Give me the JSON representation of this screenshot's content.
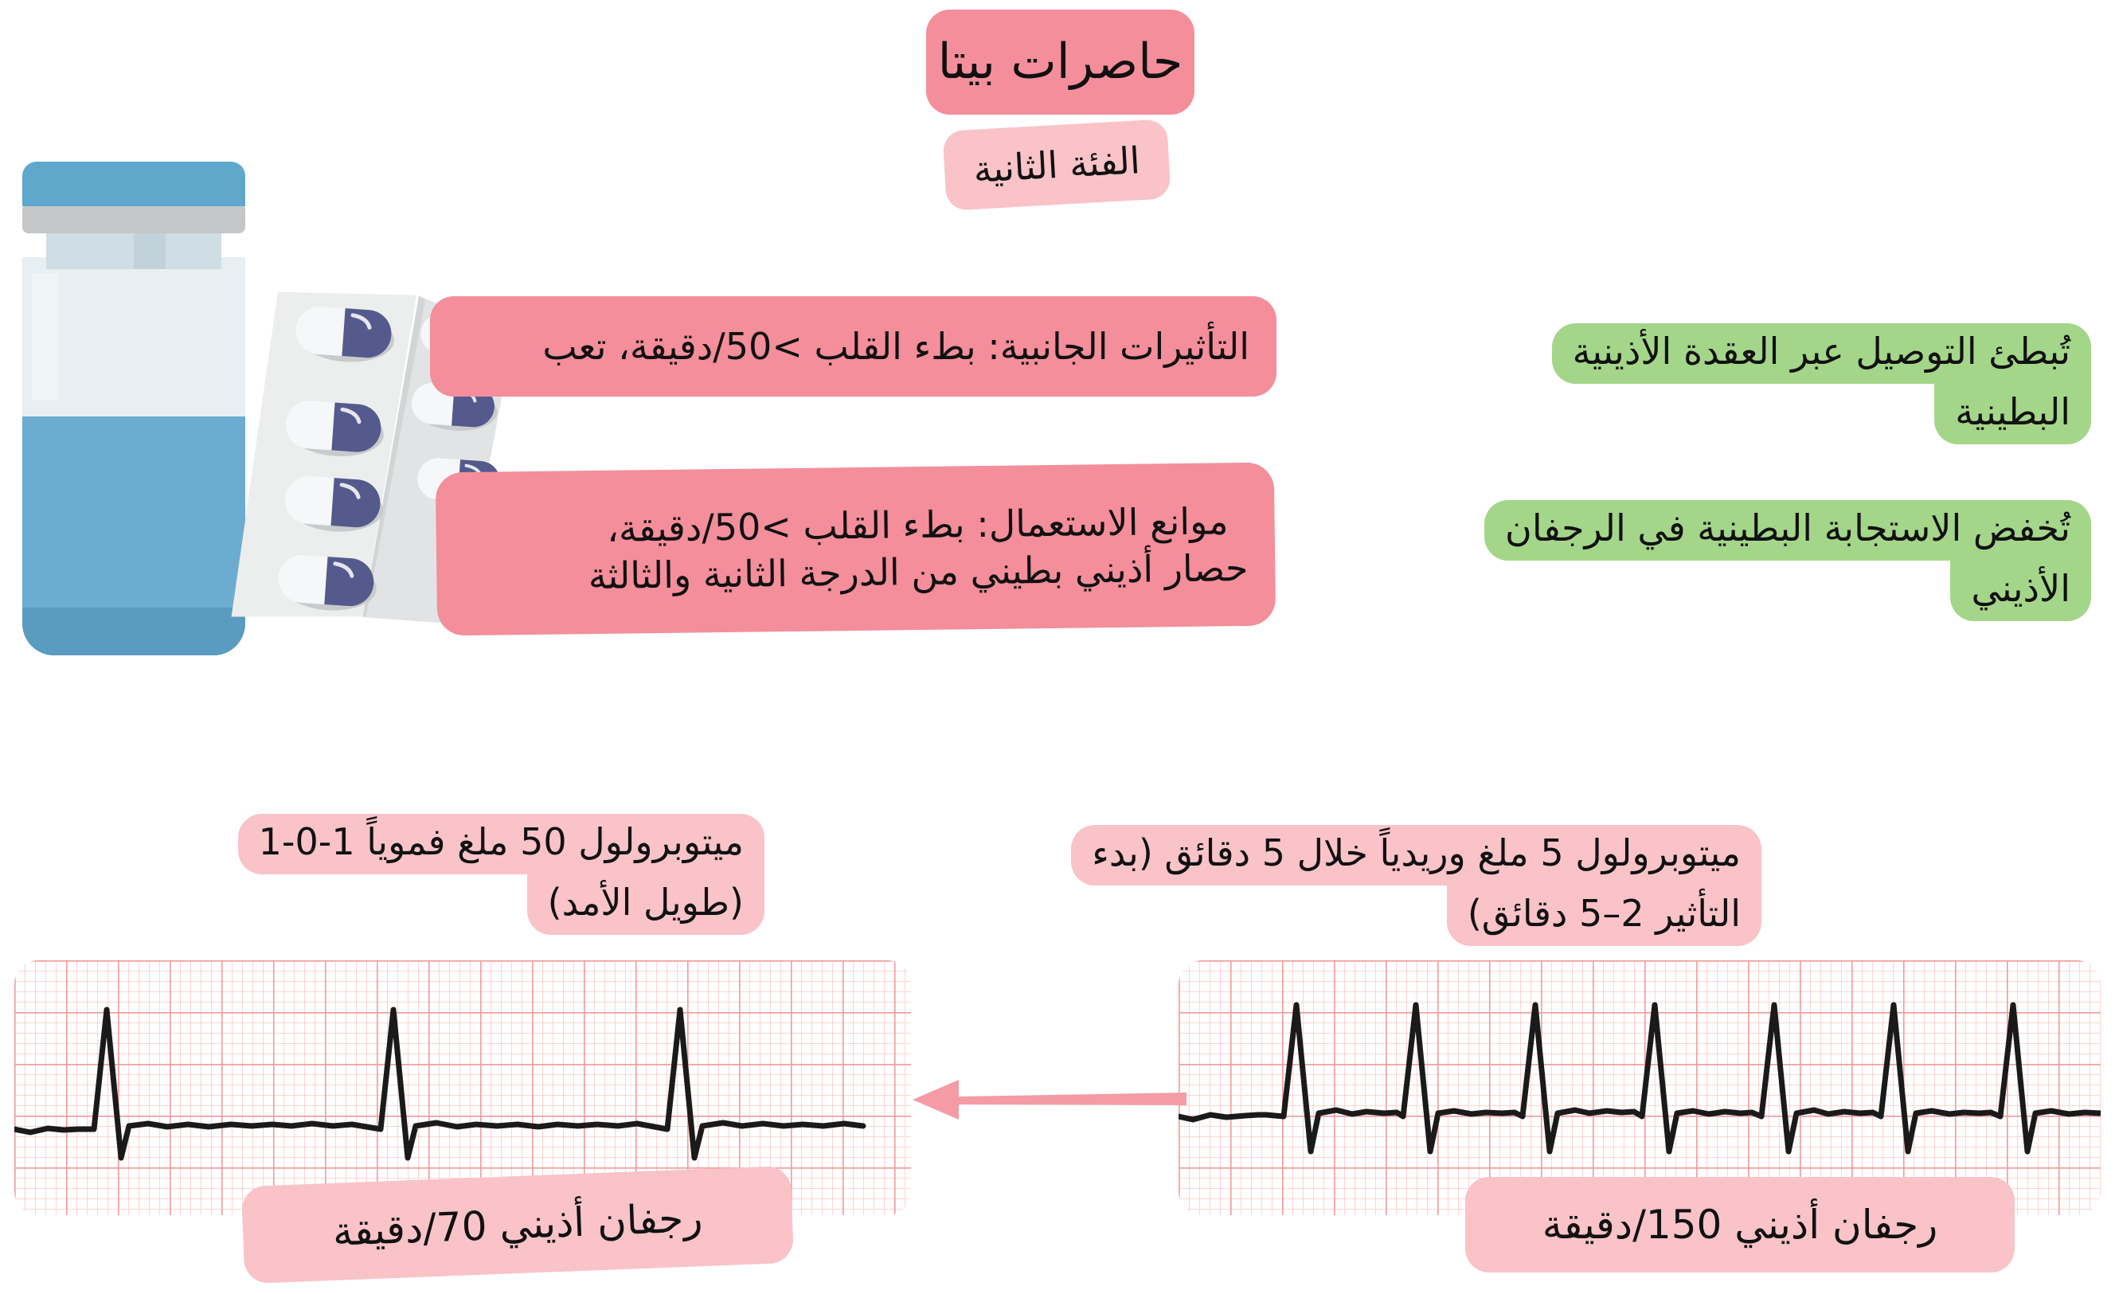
{
  "header": {
    "title": "حاصرات بيتا",
    "subtitle": "الفئة الثانية"
  },
  "warnings": {
    "side_effects": "التأثيرات الجانبية: بطء القلب >50/دقيقة، تعب",
    "contraindications": "موانع الاستعمال: بطء القلب >50/دقيقة،\nحصار أذيني بطيني من الدرجة الثانية والثالثة"
  },
  "mechanisms": [
    {
      "line1": "تُبطئ التوصيل عبر العقدة الأذينية",
      "line2": "البطينية",
      "color": "#a4d68a"
    },
    {
      "line1": "تُخفض الاستجابة البطينية في الرجفان",
      "line2": "الأذيني",
      "color": "#a4d68a"
    }
  ],
  "dosing": {
    "oral": {
      "line1": "ميتوبرولول 50 ملغ فموياً 1-0-1",
      "line2": "(طويل الأمد)"
    },
    "iv": {
      "line1": "ميتوبرولول 5 ملغ وريدياً خلال 5 دقائق (بدء",
      "line2": "التأثير 2–5 دقائق)"
    }
  },
  "ecg": {
    "before_label": "رجفان أذيني 150/دقيقة",
    "after_label": "رجفان أذيني 70/دقيقة",
    "before_rate": 150,
    "after_rate": 70,
    "arrow_direction": "right-to-left"
  },
  "illustrations": {
    "vial_name": "medication-vial",
    "blister_name": "pill-blister-pack",
    "capsule_count": 7
  },
  "palette": {
    "pink_strong": "#f48e9b",
    "pink_light": "#f9c3c8",
    "green": "#a4d68a",
    "vial_blue": "#5fa8cc",
    "capsule_navy": "#555a8c",
    "ecg_grid": "#f6a3a3",
    "ecg_trace": "#1a1a1a"
  }
}
